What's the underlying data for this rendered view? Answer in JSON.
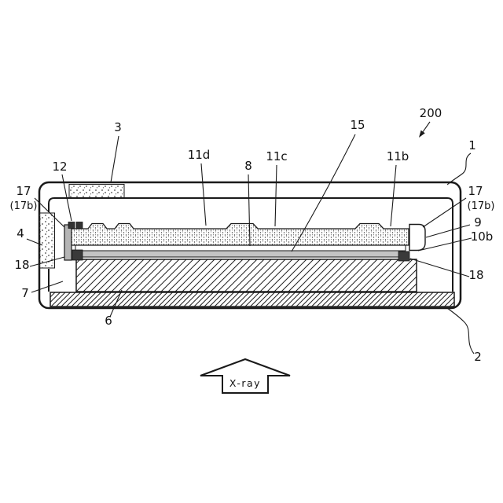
{
  "figure": {
    "ink_color": "#1a1a1a",
    "labels": {
      "n200": "200",
      "n1": "1",
      "n2": "2",
      "n3": "3",
      "n4": "4",
      "n6": "6",
      "n7": "7",
      "n8": "8",
      "n9": "9",
      "n10b": "10b",
      "n11b": "11b",
      "n11c": "11c",
      "n11d": "11d",
      "n12": "12",
      "n15": "15",
      "n17_left": "17",
      "n17b_left": "(17b)",
      "n17_right": "17",
      "n17b_right": "(17b)",
      "n18_left": "18",
      "n18_right": "18"
    },
    "arrow_label": "X-ray"
  }
}
